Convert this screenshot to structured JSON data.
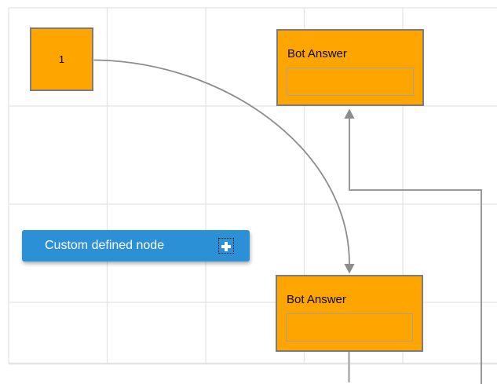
{
  "diagram": {
    "background": "#ffffff",
    "grid_color": "#e3e3e3",
    "connector_color": "#8c8c8c",
    "nodes": {
      "start": {
        "label": "1",
        "fill": "#ffa500",
        "stroke": "#7c7c7c"
      },
      "bot_answer_top": {
        "title": "Bot Answer",
        "fill": "#ffa500",
        "stroke": "#7c7c7c",
        "input_value": ""
      },
      "bot_answer_bottom": {
        "title": "Bot Answer",
        "fill": "#ffa500",
        "stroke": "#7c7c7c",
        "input_value": ""
      },
      "custom": {
        "label": "Custom defined node",
        "fill": "#2c90d6",
        "text_color": "#ffffff",
        "handle_icon": "plus-icon"
      }
    }
  }
}
